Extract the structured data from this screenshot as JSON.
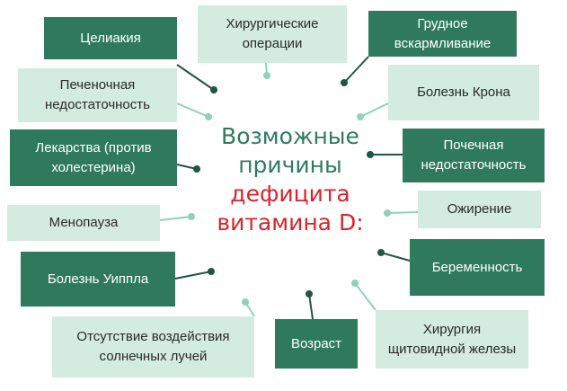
{
  "center": {
    "line1": "Возможные",
    "line2": "причины",
    "line3": "дефицита",
    "line4": "витамина D:"
  },
  "colors": {
    "dark_box": "#2f7a5f",
    "light_box": "#d3ebe1",
    "dark_dot": "#1f5546",
    "light_dot": "#8fd1bd",
    "accent_red": "#d9232b"
  },
  "causes": [
    {
      "label": "Целиакия",
      "style": "dark"
    },
    {
      "label": "Хирургические\nоперации",
      "style": "light"
    },
    {
      "label": "Грудное\nвскармливание",
      "style": "dark"
    },
    {
      "label": "Печеночная\nнедостаточность",
      "style": "light"
    },
    {
      "label": "Болезнь Крона",
      "style": "light"
    },
    {
      "label": "Лекарства (против\nхолестерина)",
      "style": "dark"
    },
    {
      "label": "Почечная\nнедостаточность",
      "style": "dark"
    },
    {
      "label": "Менопауза",
      "style": "light"
    },
    {
      "label": "Ожирение",
      "style": "light"
    },
    {
      "label": "Болезнь Уиппла",
      "style": "dark"
    },
    {
      "label": "Беременность",
      "style": "dark"
    },
    {
      "label": "Отсутствие воздействия\nсолнечных лучей",
      "style": "light"
    },
    {
      "label": "Возраст",
      "style": "dark"
    },
    {
      "label": "Хирургия\nщитовидной железы",
      "style": "light"
    }
  ]
}
